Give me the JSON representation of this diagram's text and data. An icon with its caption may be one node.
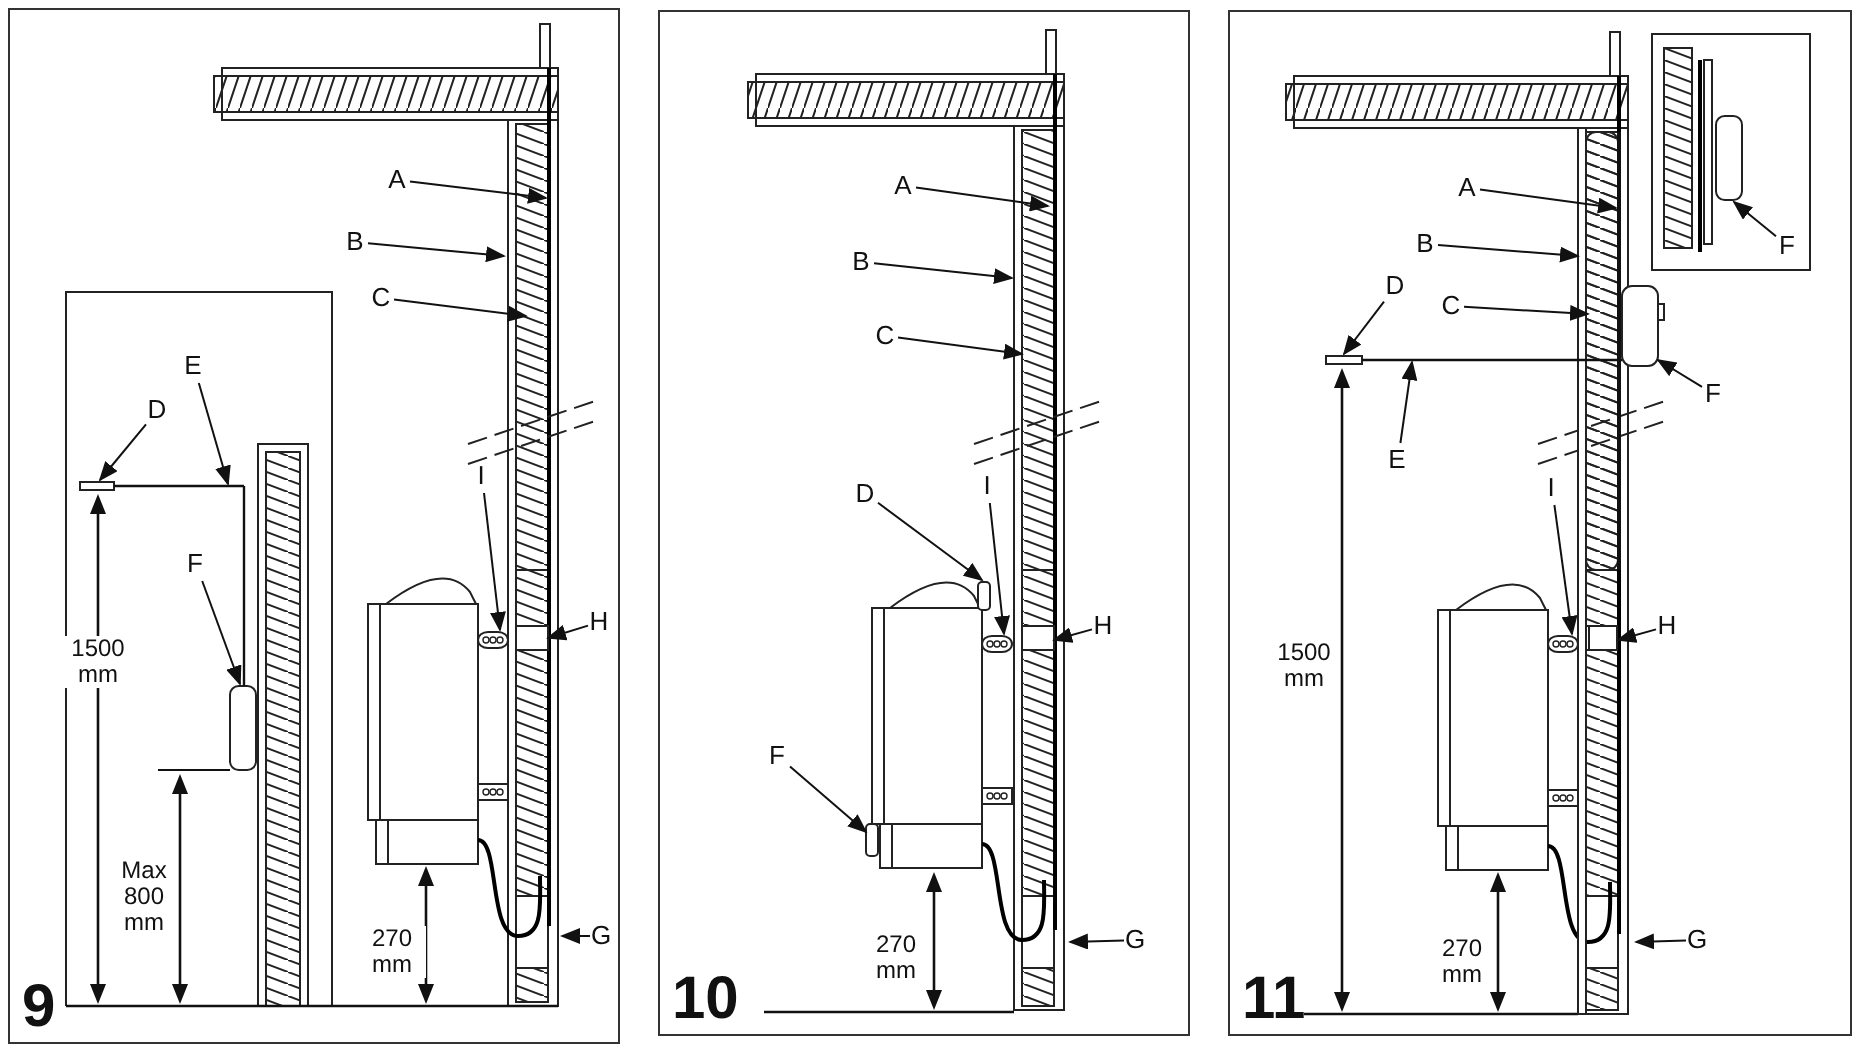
{
  "diagram": {
    "nodes": [
      {
        "text": [
          "9"
        ]
      },
      {
        "text": [
          "A"
        ],
        "in": 0
      },
      {
        "text": [
          "B"
        ],
        "in": 0
      },
      {
        "text": [
          "C"
        ],
        "in": 0
      },
      {
        "text": [
          "E"
        ],
        "in": 0
      },
      {
        "text": [
          "D"
        ],
        "in": 0
      },
      {
        "text": [
          "I"
        ],
        "in": 0
      },
      {
        "text": [
          "F"
        ],
        "in": 0
      },
      {
        "text": [
          "H"
        ],
        "in": 0
      },
      {
        "text": [
          "G"
        ],
        "in": 0
      },
      {
        "text": [],
        "shape": "bar",
        "in": 0
      },
      {
        "text": [],
        "shape": "box",
        "in": 0
      },
      {
        "text": [],
        "shape": "box",
        "in": 0
      },
      {
        "text": [],
        "shape": "bar",
        "in": 0
      },
      {
        "text": [
          "10"
        ]
      },
      {
        "text": [
          "A"
        ],
        "in": 14
      },
      {
        "text": [
          "B"
        ],
        "in": 14
      },
      {
        "text": [
          "C"
        ],
        "in": 14
      },
      {
        "text": [
          "D"
        ],
        "in": 14
      },
      {
        "text": [
          "I"
        ],
        "in": 14
      },
      {
        "text": [
          "H"
        ],
        "in": 14
      },
      {
        "text": [
          "F"
        ],
        "in": 14
      },
      {
        "text": [
          "G"
        ],
        "in": 14
      },
      {
        "text": [],
        "shape": "box",
        "in": 14
      },
      {
        "text": [],
        "shape": "box",
        "in": 14
      },
      {
        "text": [],
        "shape": "bar",
        "in": 14
      },
      {
        "text": [],
        "shape": "box",
        "in": 14
      },
      {
        "text": [
          "11"
        ]
      },
      {
        "text": [
          "A"
        ],
        "in": 27
      },
      {
        "text": [
          "F"
        ],
        "in": 27
      },
      {
        "text": [
          "B"
        ],
        "in": 27
      },
      {
        "text": [
          "D"
        ],
        "in": 27
      },
      {
        "text": [
          "C"
        ],
        "in": 27
      },
      {
        "text": [
          "F"
        ],
        "in": 27
      },
      {
        "text": [
          "E"
        ],
        "in": 27
      },
      {
        "text": [
          "I"
        ],
        "in": 27
      },
      {
        "text": [
          "H"
        ],
        "in": 27
      },
      {
        "text": [
          "G"
        ],
        "in": 27
      },
      {
        "text": [],
        "shape": "box",
        "in": 27
      },
      {
        "text": [],
        "shape": "bar",
        "in": 27
      },
      {
        "text": [],
        "shape": "box",
        "in": 27
      },
      {
        "text": [],
        "shape": "box",
        "in": 27
      },
      {
        "text": [],
        "shape": "bar",
        "in": 27
      },
      {
        "text": [],
        "shape": "bar",
        "in": 27
      },
      {
        "text": [],
        "shape": "box",
        "in": 27
      },
      {
        "text": [],
        "shape": "line",
        "in": 27
      },
      {
        "text": [],
        "shape": "line",
        "in": 0
      },
      {
        "text": [],
        "shape": "line",
        "in": 27
      }
    ],
    "edges": [
      {
        "from": 1,
        "to": null,
        "arrow": "to"
      },
      {
        "from": 2,
        "to": null,
        "arrow": "to"
      },
      {
        "from": 3,
        "to": null,
        "arrow": "to"
      },
      {
        "from": 4,
        "to": 46,
        "arrow": "to"
      },
      {
        "from": 5,
        "to": 10,
        "arrow": "to"
      },
      {
        "from": 6,
        "to": 11,
        "arrow": "to"
      },
      {
        "from": 7,
        "to": 12,
        "arrow": "to"
      },
      {
        "from": 8,
        "to": 13,
        "arrow": "to"
      },
      {
        "from": 9,
        "to": null,
        "arrow": "to"
      },
      {
        "from": 15,
        "to": null,
        "arrow": "to"
      },
      {
        "from": 16,
        "to": null,
        "arrow": "to"
      },
      {
        "from": 17,
        "to": null,
        "arrow": "to"
      },
      {
        "from": 18,
        "to": 23,
        "arrow": "to"
      },
      {
        "from": 19,
        "to": 24,
        "arrow": "to"
      },
      {
        "from": 20,
        "to": 25,
        "arrow": "to"
      },
      {
        "from": 21,
        "to": 26,
        "arrow": "to"
      },
      {
        "from": 22,
        "to": null,
        "arrow": "to"
      },
      {
        "from": 28,
        "to": 45,
        "arrow": "to"
      },
      {
        "from": 29,
        "to": 38,
        "arrow": "to"
      },
      {
        "from": 30,
        "to": 43,
        "arrow": "to"
      },
      {
        "from": 31,
        "to": 39,
        "arrow": "to"
      },
      {
        "from": 32,
        "to": 44,
        "arrow": "to"
      },
      {
        "from": 33,
        "to": 40,
        "arrow": "to"
      },
      {
        "from": 34,
        "to": 47,
        "arrow": "to"
      },
      {
        "from": 35,
        "to": 41,
        "arrow": "to"
      },
      {
        "from": 36,
        "to": 42,
        "arrow": "to"
      },
      {
        "from": 37,
        "to": null,
        "arrow": "to"
      },
      {
        "from": 46,
        "to": 12,
        "arrow": "none"
      }
    ],
    "labels": [
      "1500 mm",
      "Max 800 mm",
      "270 mm",
      "270 mm",
      "1500 mm",
      "270 mm"
    ]
  }
}
